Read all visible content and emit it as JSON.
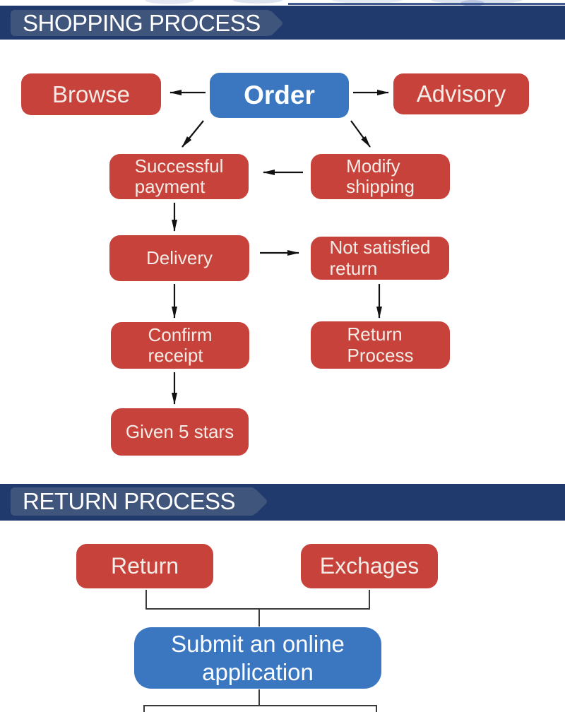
{
  "colors": {
    "banner_bg": "#203a6d",
    "banner_tab_bg": "#40557c",
    "banner_text": "#ffffff",
    "node_red": "#c7423a",
    "node_blue": "#3b77c1",
    "node_text": "#f3ebe6",
    "connector": "#1a1a1a"
  },
  "sections": {
    "shopping": {
      "banner_label": "SHOPPING PROCESS",
      "nodes": {
        "browse": {
          "label": "Browse"
        },
        "order": {
          "label": "Order"
        },
        "advisory": {
          "label": "Advisory"
        },
        "successful_payment": {
          "line1": "Successful",
          "line2": "payment"
        },
        "modify_shipping": {
          "line1": "Modify",
          "line2": "shipping"
        },
        "delivery": {
          "label": "Delivery"
        },
        "not_satisfied_return": {
          "line1": "Not satisfied",
          "line2": "return"
        },
        "confirm_receipt": {
          "line1": "Confirm",
          "line2": "receipt"
        },
        "return_process": {
          "line1": "Return",
          "line2": "Process"
        },
        "given_5_stars": {
          "label": "Given 5 stars"
        }
      },
      "edges": [
        {
          "from": "order",
          "to": "browse"
        },
        {
          "from": "order",
          "to": "advisory"
        },
        {
          "from": "order",
          "to": "successful_payment"
        },
        {
          "from": "order",
          "to": "modify_shipping"
        },
        {
          "from": "modify_shipping",
          "to": "successful_payment"
        },
        {
          "from": "successful_payment",
          "to": "delivery"
        },
        {
          "from": "delivery",
          "to": "not_satisfied_return"
        },
        {
          "from": "delivery",
          "to": "confirm_receipt"
        },
        {
          "from": "not_satisfied_return",
          "to": "return_process"
        },
        {
          "from": "confirm_receipt",
          "to": "given_5_stars"
        }
      ]
    },
    "returns": {
      "banner_label": "RETURN PROCESS",
      "nodes": {
        "return": {
          "label": "Return"
        },
        "exchages": {
          "label": "Exchages"
        },
        "submit": {
          "line1": "Submit an online",
          "line2": "application"
        }
      },
      "edges": [
        {
          "from": "return",
          "to": "submit"
        },
        {
          "from": "exchages",
          "to": "submit"
        },
        {
          "from": "submit",
          "to": "next-step-offscreen"
        }
      ]
    }
  }
}
